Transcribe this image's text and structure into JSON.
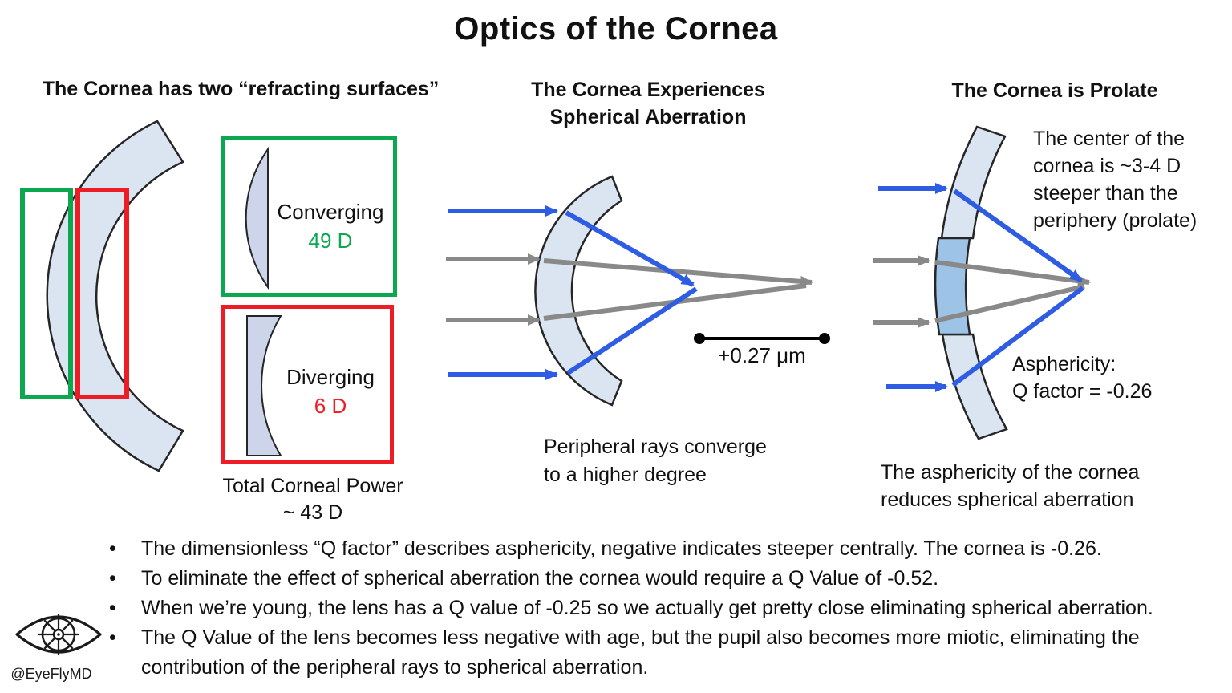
{
  "title": "Optics of the Cornea",
  "bullet_char": "•",
  "colors": {
    "text": "#111111",
    "outline": "#262626",
    "cornea-fill": "#dbe5f2",
    "cornea-fill-dark": "#9dc3e6",
    "lens-fill": "#ccd5ea",
    "arrow-blue": "#2e5de4",
    "arrow-gray": "#898989",
    "accent-green": "#0ca84f",
    "accent-red": "#ee1c24",
    "measure-black": "#000000"
  },
  "left_panel": {
    "header": "The Cornea has two “refracting surfaces”",
    "converging_label": "Converging",
    "converging_power": "49 D",
    "diverging_label": "Diverging",
    "diverging_power": "6 D",
    "total_power": "Total Corneal Power\n~ 43 D"
  },
  "middle_panel": {
    "header": "The Cornea Experiences\nSpherical Aberration",
    "aberration_value": "+0.27 μm",
    "caption": "Peripheral rays converge\nto a higher degree"
  },
  "right_panel": {
    "header": "The Cornea is Prolate",
    "description": "The center of the\ncornea is ~3-4 D\nsteeper than the\nperiphery (prolate)",
    "asphericity": "Asphericity:\nQ factor = -0.26",
    "caption": "The asphericity of the cornea\nreduces spherical aberration"
  },
  "bullets": [
    "The dimensionless “Q factor” describes asphericity, negative indicates steeper centrally. The cornea is -0.26.",
    "To eliminate the effect of spherical aberration the cornea would require a Q Value of -0.52.",
    "When we’re young, the lens has a Q value of -0.25 so we actually get pretty close eliminating spherical aberration.",
    "The Q Value of the lens becomes less negative with age, but the pupil also becomes more miotic, eliminating the\ncontribution of the peripheral rays to spherical aberration."
  ],
  "logo": {
    "handle": "@EyeFlyMD"
  }
}
